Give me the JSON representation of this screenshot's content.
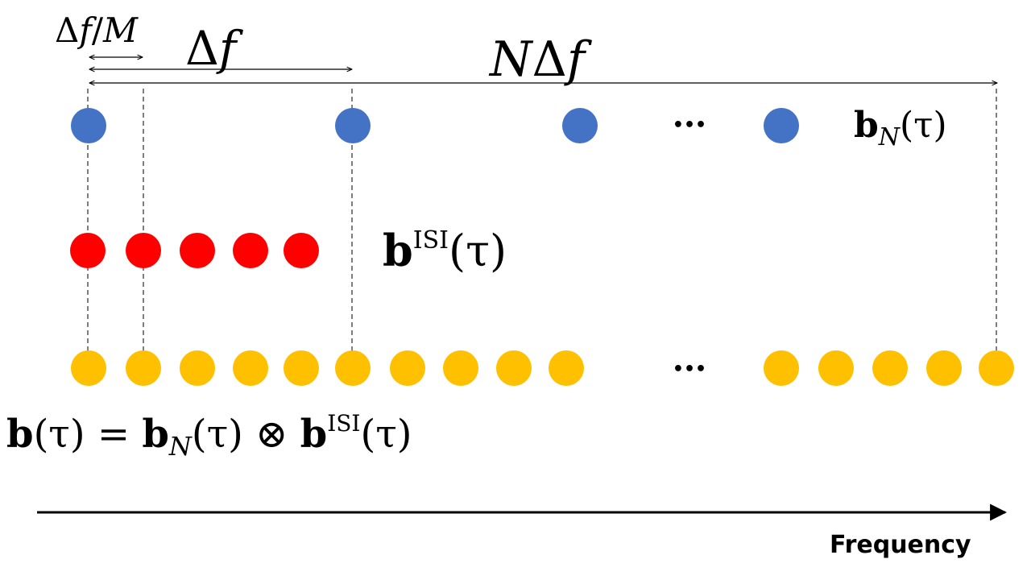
{
  "labels": {
    "delta_f_over_m": {
      "delta": "Δ",
      "f": "f",
      "slash": "/",
      "m": "M"
    },
    "delta_f": {
      "delta": "Δ",
      "f": "f"
    },
    "n_delta_f": {
      "n": "N",
      "delta": "Δ",
      "f": "f"
    },
    "b_n": {
      "b": "b",
      "sub": "N",
      "arg": "(τ)"
    },
    "b_isi": {
      "b": "b",
      "sup": "ISI",
      "arg": "(τ)"
    },
    "ellipsis_top": "•••",
    "ellipsis_bottom": "•••",
    "equation": {
      "lhs_b": "b",
      "lhs_arg": "(τ) = ",
      "rhs1_b": "b",
      "rhs1_sub": "N",
      "rhs1_arg": "(τ) ⊗ ",
      "rhs2_b": "b",
      "rhs2_sup": "ISI",
      "rhs2_arg": "(τ)"
    },
    "frequency": "Frequency"
  },
  "colors": {
    "blue": "#4472C4",
    "red": "#FF0000",
    "yellow": "#FFC000",
    "line": "#000000"
  },
  "rows": {
    "blue_count": 4,
    "red_count": 5,
    "yellow_count": 15
  }
}
